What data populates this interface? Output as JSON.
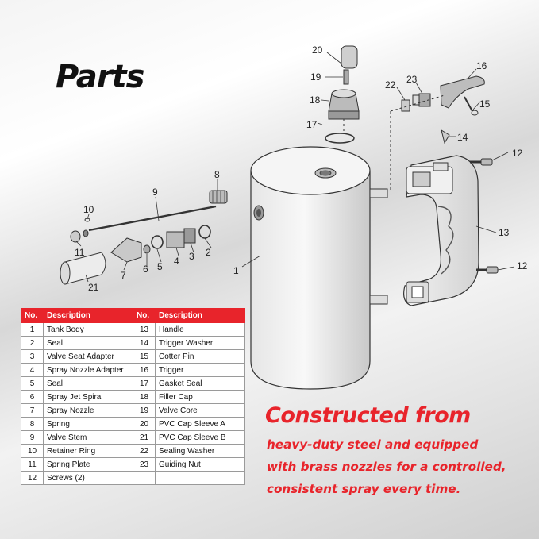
{
  "title": "Parts",
  "callouts": {
    "c1": "1",
    "c2": "2",
    "c3": "3",
    "c4": "4",
    "c5": "5",
    "c6": "6",
    "c7": "7",
    "c8": "8",
    "c9": "9",
    "c10": "10",
    "c11": "11",
    "c12a": "12",
    "c12b": "12",
    "c13": "13",
    "c14": "14",
    "c15": "15",
    "c16": "16",
    "c17": "17",
    "c18": "18",
    "c19": "19",
    "c20": "20",
    "c21": "21",
    "c22": "22",
    "c23": "23"
  },
  "table": {
    "headers": {
      "no": "No.",
      "description": "Description"
    },
    "rows": [
      {
        "a_no": "1",
        "a_desc": "Tank Body",
        "b_no": "13",
        "b_desc": "Handle"
      },
      {
        "a_no": "2",
        "a_desc": "Seal",
        "b_no": "14",
        "b_desc": "Trigger Washer"
      },
      {
        "a_no": "3",
        "a_desc": "Valve Seat Adapter",
        "b_no": "15",
        "b_desc": "Cotter Pin"
      },
      {
        "a_no": "4",
        "a_desc": "Spray Nozzle Adapter",
        "b_no": "16",
        "b_desc": "Trigger"
      },
      {
        "a_no": "5",
        "a_desc": "Seal",
        "b_no": "17",
        "b_desc": "Gasket Seal"
      },
      {
        "a_no": "6",
        "a_desc": "Spray Jet Spiral",
        "b_no": "18",
        "b_desc": "Filler Cap"
      },
      {
        "a_no": "7",
        "a_desc": "Spray Nozzle",
        "b_no": "19",
        "b_desc": "Valve Core"
      },
      {
        "a_no": "8",
        "a_desc": "Spring",
        "b_no": "20",
        "b_desc": "PVC Cap Sleeve A"
      },
      {
        "a_no": "9",
        "a_desc": "Valve Stem",
        "b_no": "21",
        "b_desc": "PVC Cap Sleeve B"
      },
      {
        "a_no": "10",
        "a_desc": "Retainer Ring",
        "b_no": "22",
        "b_desc": "Sealing Washer"
      },
      {
        "a_no": "11",
        "a_desc": "Spring Plate",
        "b_no": "23",
        "b_desc": "Guiding Nut"
      },
      {
        "a_no": "12",
        "a_desc": "Screws (2)",
        "b_no": "",
        "b_desc": ""
      }
    ]
  },
  "headline": "Constructed from",
  "tagline": {
    "line1": "heavy-duty steel and equipped",
    "line2": "with brass nozzles for a controlled,",
    "line3": "consistent spray every time."
  },
  "colors": {
    "accent": "#e8242b",
    "line": "#333333"
  }
}
